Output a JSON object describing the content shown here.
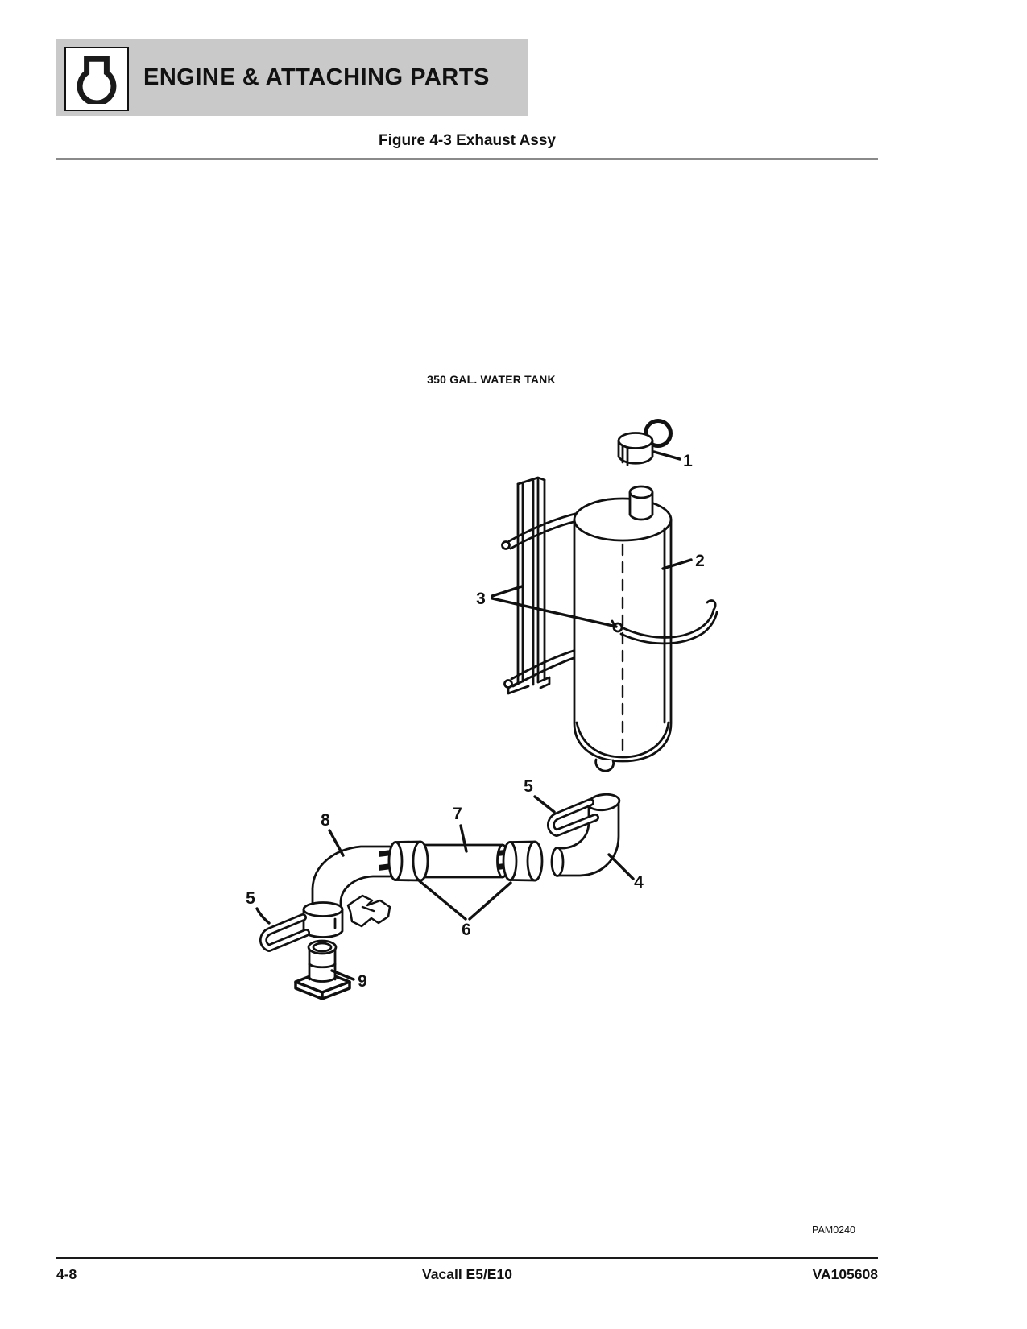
{
  "page": {
    "header": {
      "title": "ENGINE & ATTACHING PARTS",
      "icon": "engine-outline-icon"
    },
    "figure": {
      "title": "Figure 4-3 Exhaust Assy"
    },
    "diagram": {
      "label": "350 GAL. WATER TANK",
      "image_code": "PAM0240",
      "description": "Exploded view of exhaust assembly: rain cap (1), muffler (2), mounting straps (3), outlet elbow (4), u-bolt clamps (5), band clamps (6), straight pipe (7), inlet elbow (8), flanged stub (9)",
      "callouts": {
        "c1": "1",
        "c2": "2",
        "c3": "3",
        "c4": "4",
        "c5a": "5",
        "c5b": "5",
        "c6": "6",
        "c7": "7",
        "c8": "8",
        "c9": "9"
      }
    },
    "footer": {
      "page_number": "4-8",
      "model": "Vacall E5/E10",
      "doc_number": "VA105608"
    },
    "colors": {
      "banner_bg": "#c9c9c9",
      "ink": "#111111",
      "title_rule": "#8a8a8a"
    }
  }
}
